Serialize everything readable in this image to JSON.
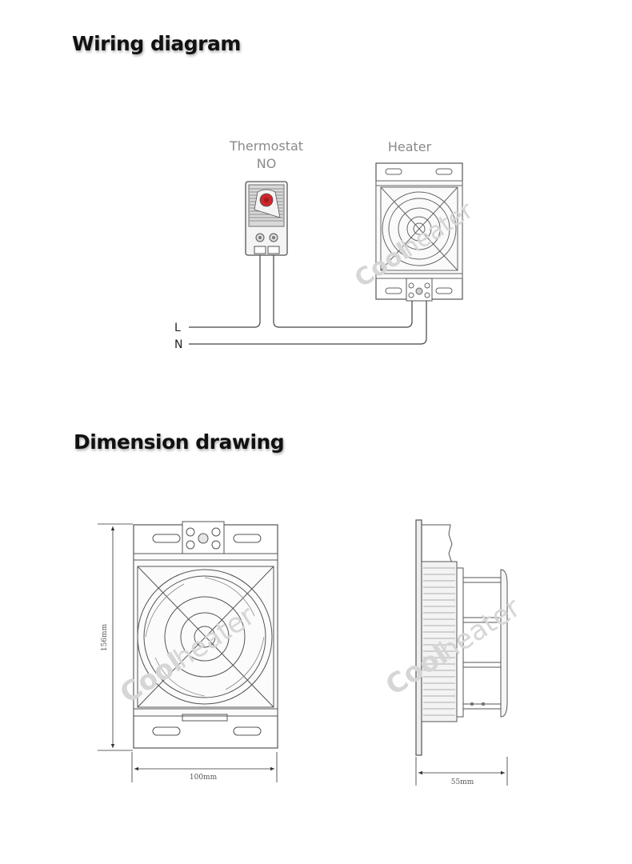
{
  "headings": {
    "wiring": "Wiring diagram",
    "dimension": "Dimension drawing"
  },
  "wiring": {
    "thermostat_label": "Thermostat",
    "thermostat_mode": "NO",
    "heater_label": "Heater",
    "line_l": "L",
    "line_n": "N"
  },
  "watermark": {
    "part1": "Cool",
    "part2": "heater"
  },
  "dimensions": {
    "height": "156mm",
    "width": "100mm",
    "depth": "55mm"
  },
  "colors": {
    "line": "#555555",
    "wire": "#444444",
    "thermostat_button": "#d0242a",
    "watermark": "#d6d6d6"
  }
}
